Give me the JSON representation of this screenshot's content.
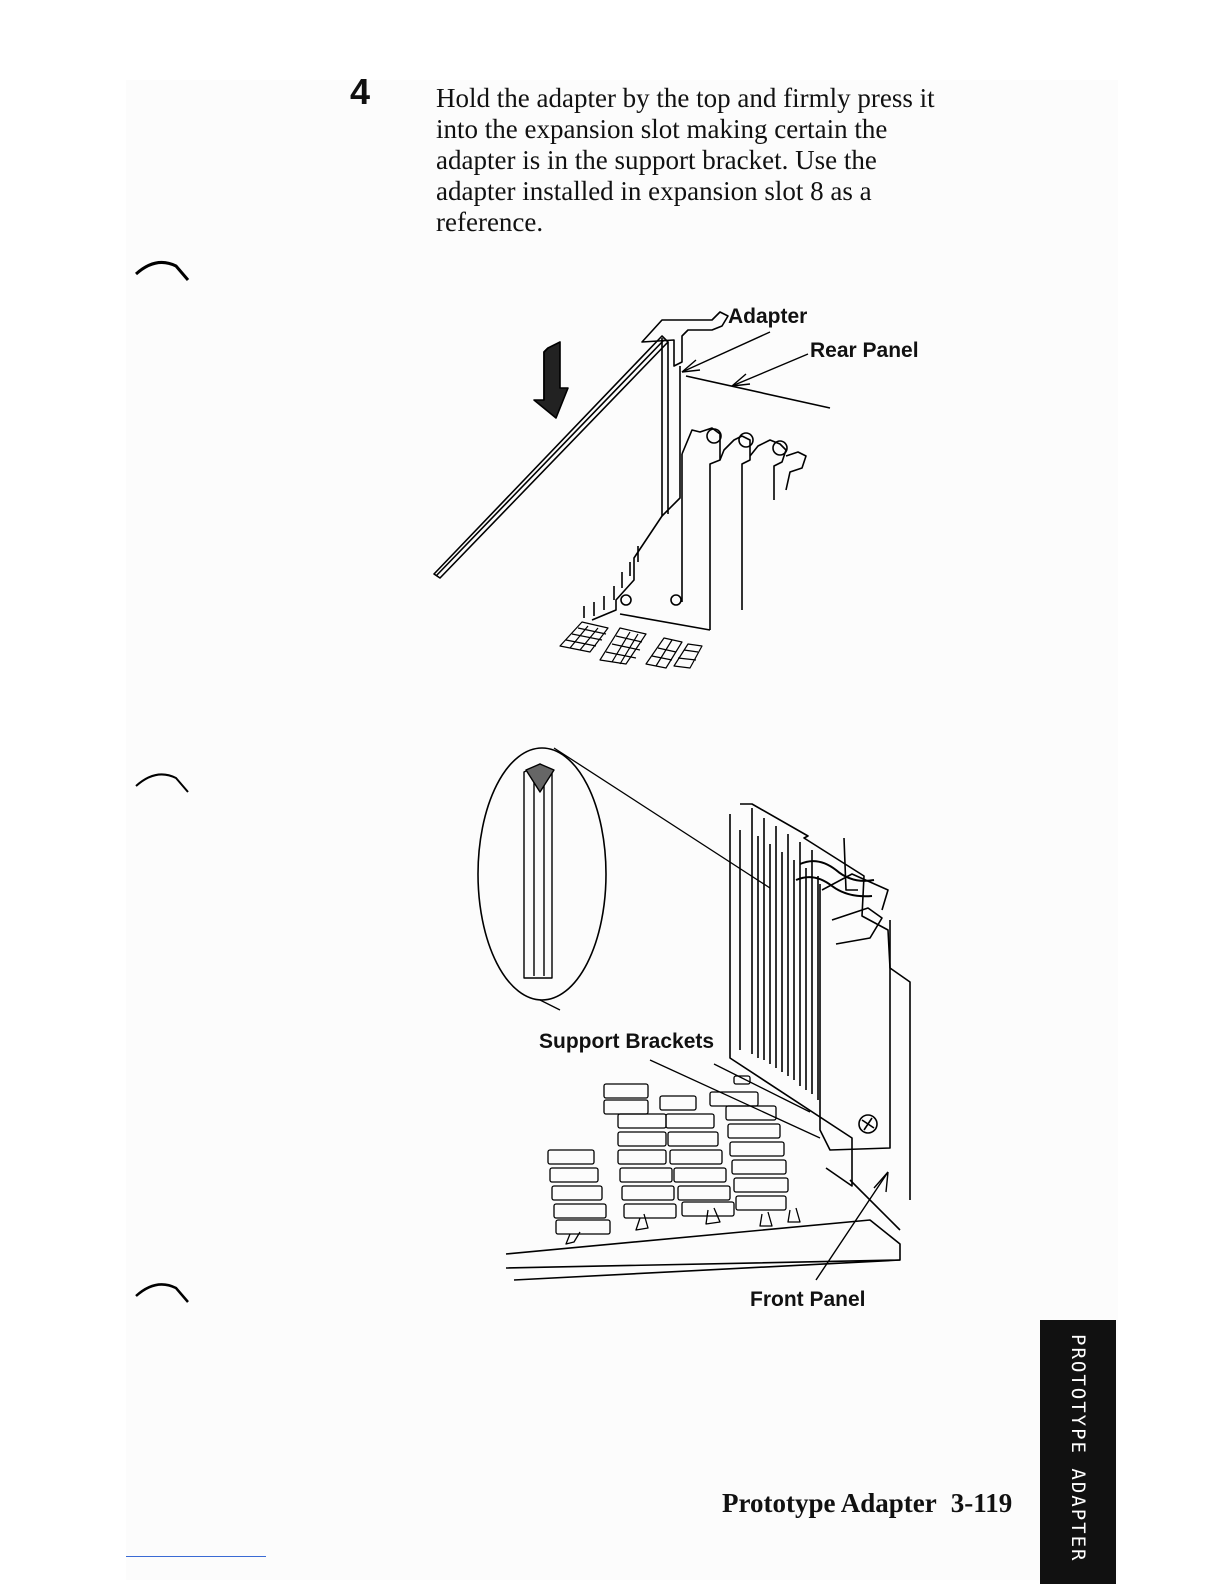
{
  "step": {
    "number": "4",
    "lines": [
      "Hold the adapter by the top and firmly press it",
      "into the expansion slot making certain the",
      "adapter is in the support bracket.  Use the",
      "adapter installed in expansion slot 8 as a",
      "reference."
    ]
  },
  "figure1": {
    "labels": {
      "adapter": "Adapter",
      "rear_panel": "Rear Panel"
    }
  },
  "figure2": {
    "labels": {
      "support_brackets": "Support Brackets",
      "front_panel": "Front Panel"
    }
  },
  "footer": {
    "title": "Prototype Adapter",
    "page_number": "3-119"
  },
  "tab": {
    "label": "PROTOTYPE ADAPTER"
  }
}
